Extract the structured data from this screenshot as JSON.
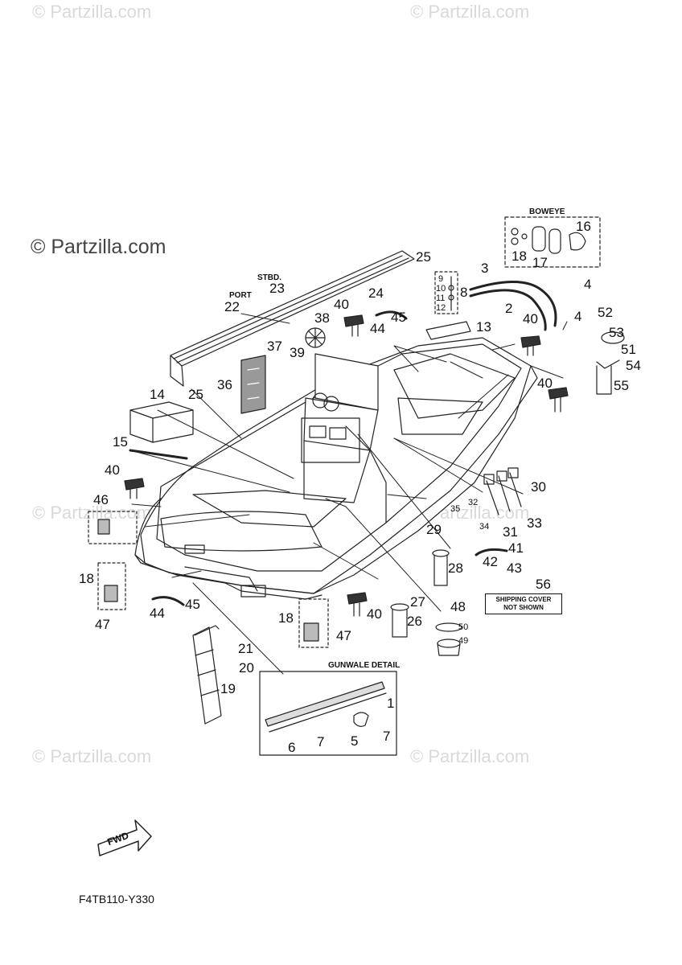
{
  "watermarks": {
    "main": "© Partzilla.com",
    "faint": "© Partzilla.com"
  },
  "captions": {
    "boweye": "BOWEYE",
    "port": "PORT",
    "stbd": "STBD.",
    "gunwale_detail": "GUNWALE DETAIL",
    "shipping_note_line1": "SHIPPING COVER",
    "shipping_note_line2": "NOT SHOWN",
    "fwd": "FWD",
    "diagram_code": "F4TB110-Y330"
  },
  "callouts": [
    "1",
    "2",
    "3",
    "4",
    "4",
    "5",
    "6",
    "7",
    "7",
    "8",
    "9",
    "10",
    "11",
    "12",
    "13",
    "14",
    "15",
    "16",
    "17",
    "18",
    "18",
    "18",
    "19",
    "20",
    "21",
    "22",
    "23",
    "24",
    "25",
    "25",
    "26",
    "27",
    "28",
    "29",
    "30",
    "31",
    "32",
    "33",
    "34",
    "35",
    "36",
    "37",
    "38",
    "39",
    "40",
    "40",
    "40",
    "40",
    "40",
    "41",
    "42",
    "43",
    "44",
    "44",
    "45",
    "45",
    "46",
    "47",
    "47",
    "48",
    "49",
    "50",
    "51",
    "52",
    "53",
    "54",
    "55",
    "56"
  ]
}
